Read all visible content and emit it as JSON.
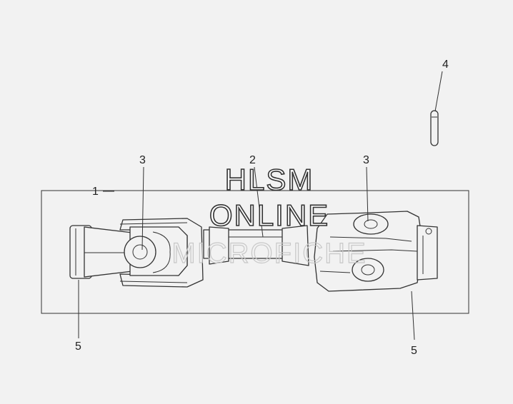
{
  "callouts": {
    "c1": "1",
    "c2": "2",
    "c3a": "3",
    "c3b": "3",
    "c4": "4",
    "c5a": "5",
    "c5b": "5"
  },
  "watermark": {
    "line1": "HLSM",
    "line2": "ONLINE",
    "line3": "MICROFICHE"
  },
  "colors": {
    "background": "#f2f2f2",
    "line": "#333333"
  }
}
